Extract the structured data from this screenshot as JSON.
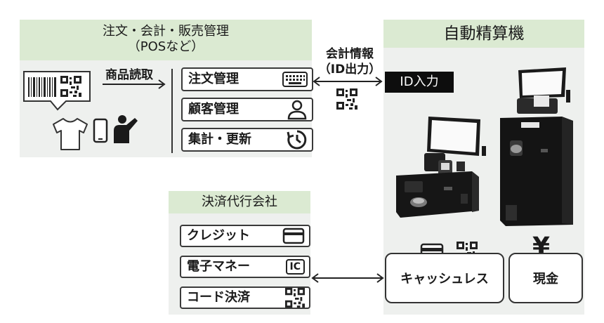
{
  "pos": {
    "title_line1": "注文・会計・販売管理",
    "title_line2": "（POSなど）",
    "scan_label": "商品読取",
    "functions": [
      {
        "label": "注文管理",
        "icon": "keyboard-icon"
      },
      {
        "label": "顧客管理",
        "icon": "person-icon"
      },
      {
        "label": "集計・更新",
        "icon": "clock-refresh-icon"
      }
    ]
  },
  "link_top": {
    "line1": "会計情報",
    "line2": "（ID出力）",
    "icon": "qr-code-icon"
  },
  "kiosk": {
    "title": "自動精算機",
    "id_input": "ID入力",
    "cashless": "キャッシュレス",
    "cash": "現金",
    "cash_icon": "yen-icon",
    "cashless_icons": [
      "credit-card-icon",
      "qr-code-icon"
    ]
  },
  "payment": {
    "title": "決済代行会社",
    "items": [
      {
        "label": "クレジット",
        "icon": "credit-card-icon"
      },
      {
        "label": "電子マネー",
        "icon_text": "IC"
      },
      {
        "label": "コード決済",
        "icon": "qr-code-icon"
      }
    ]
  },
  "colors": {
    "panel_bg": "#eef0ee",
    "header_bg": "#dbead2",
    "dark": "#1a1a1a"
  }
}
